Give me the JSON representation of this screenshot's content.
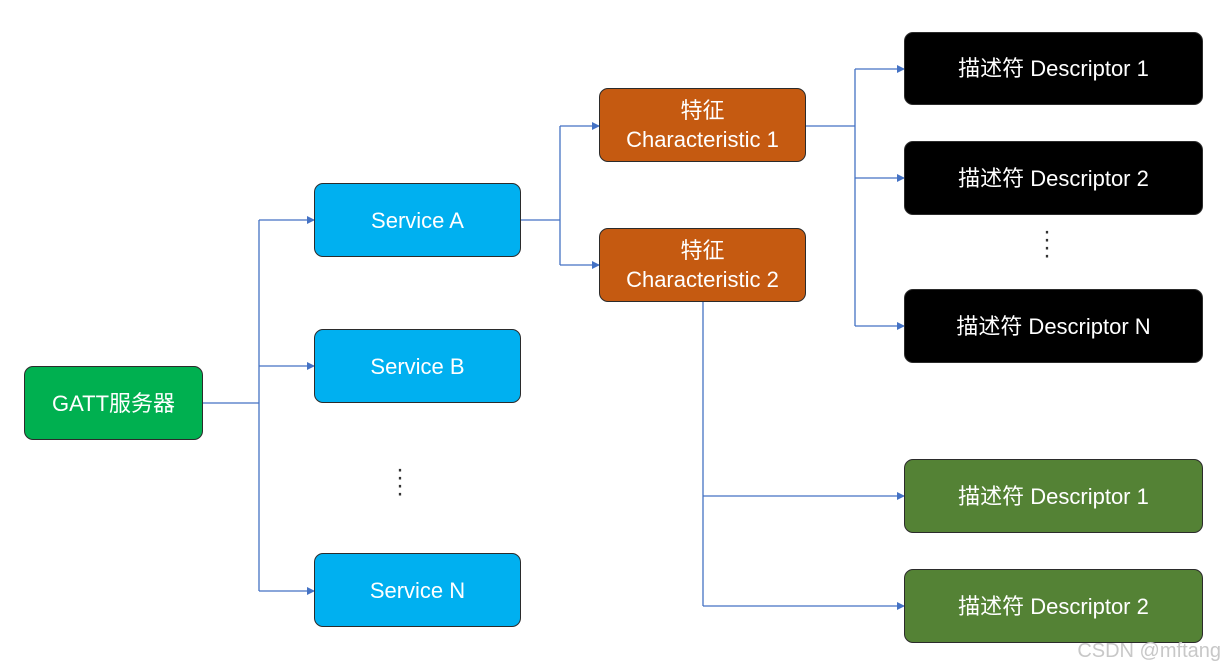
{
  "root": {
    "label": "GATT服务器",
    "color": "#00b050"
  },
  "services": [
    {
      "label": "Service A"
    },
    {
      "label": "Service B"
    },
    {
      "label": "Service N"
    }
  ],
  "service_color": "#00b0f0",
  "characteristics": [
    {
      "line1": "特征",
      "line2": "Characteristic 1"
    },
    {
      "line1": "特征",
      "line2": "Characteristic 2"
    }
  ],
  "characteristic_color": "#c55a11",
  "descriptors_char1": [
    {
      "label": "描述符 Descriptor 1"
    },
    {
      "label": "描述符 Descriptor 2"
    },
    {
      "label": "描述符 Descriptor N"
    }
  ],
  "descriptors_char1_color": "#000000",
  "descriptors_char2": [
    {
      "label": "描述符 Descriptor 1"
    },
    {
      "label": "描述符 Descriptor 2"
    }
  ],
  "descriptors_char2_color": "#548235",
  "connector_color": "#4472c4",
  "watermark": "CSDN @mftang"
}
